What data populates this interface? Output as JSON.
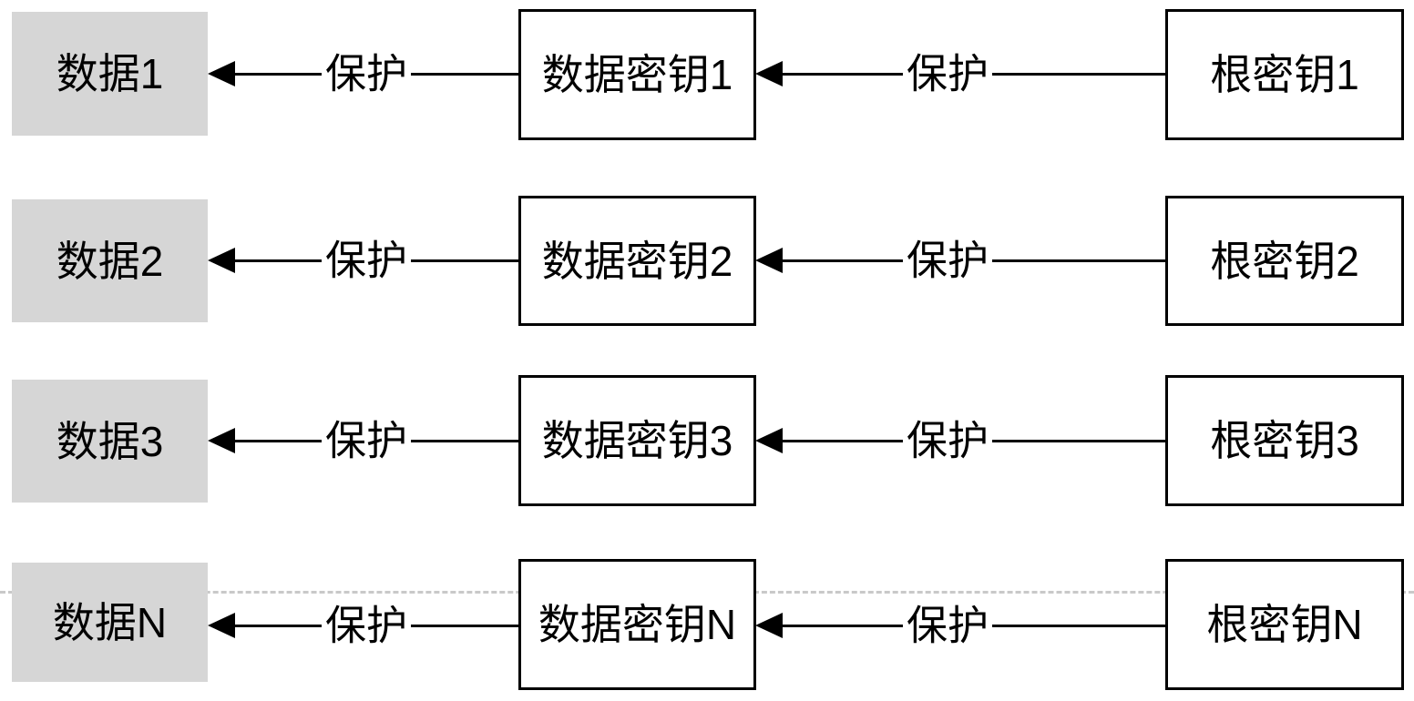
{
  "diagram": {
    "title": "key-hierarchy-diagram",
    "colors": {
      "data_box_fill": "#d6d6d6",
      "key_box_fill": "#ffffff",
      "stroke": "#000000",
      "guide_line": "#c9c9c9",
      "background": "#ffffff"
    },
    "guide_line": {
      "label": "dashed-divider"
    },
    "rows": [
      {
        "data_label": "数据1",
        "data_key_label": "数据密钥1",
        "root_key_label": "根密钥1",
        "edge_left_label": "保护",
        "edge_right_label": "保护"
      },
      {
        "data_label": "数据2",
        "data_key_label": "数据密钥2",
        "root_key_label": "根密钥2",
        "edge_left_label": "保护",
        "edge_right_label": "保护"
      },
      {
        "data_label": "数据3",
        "data_key_label": "数据密钥3",
        "root_key_label": "根密钥3",
        "edge_left_label": "保护",
        "edge_right_label": "保护"
      },
      {
        "data_label": "数据N",
        "data_key_label": "数据密钥N",
        "root_key_label": "根密钥N",
        "edge_left_label": "保护",
        "edge_right_label": "保护"
      }
    ]
  }
}
